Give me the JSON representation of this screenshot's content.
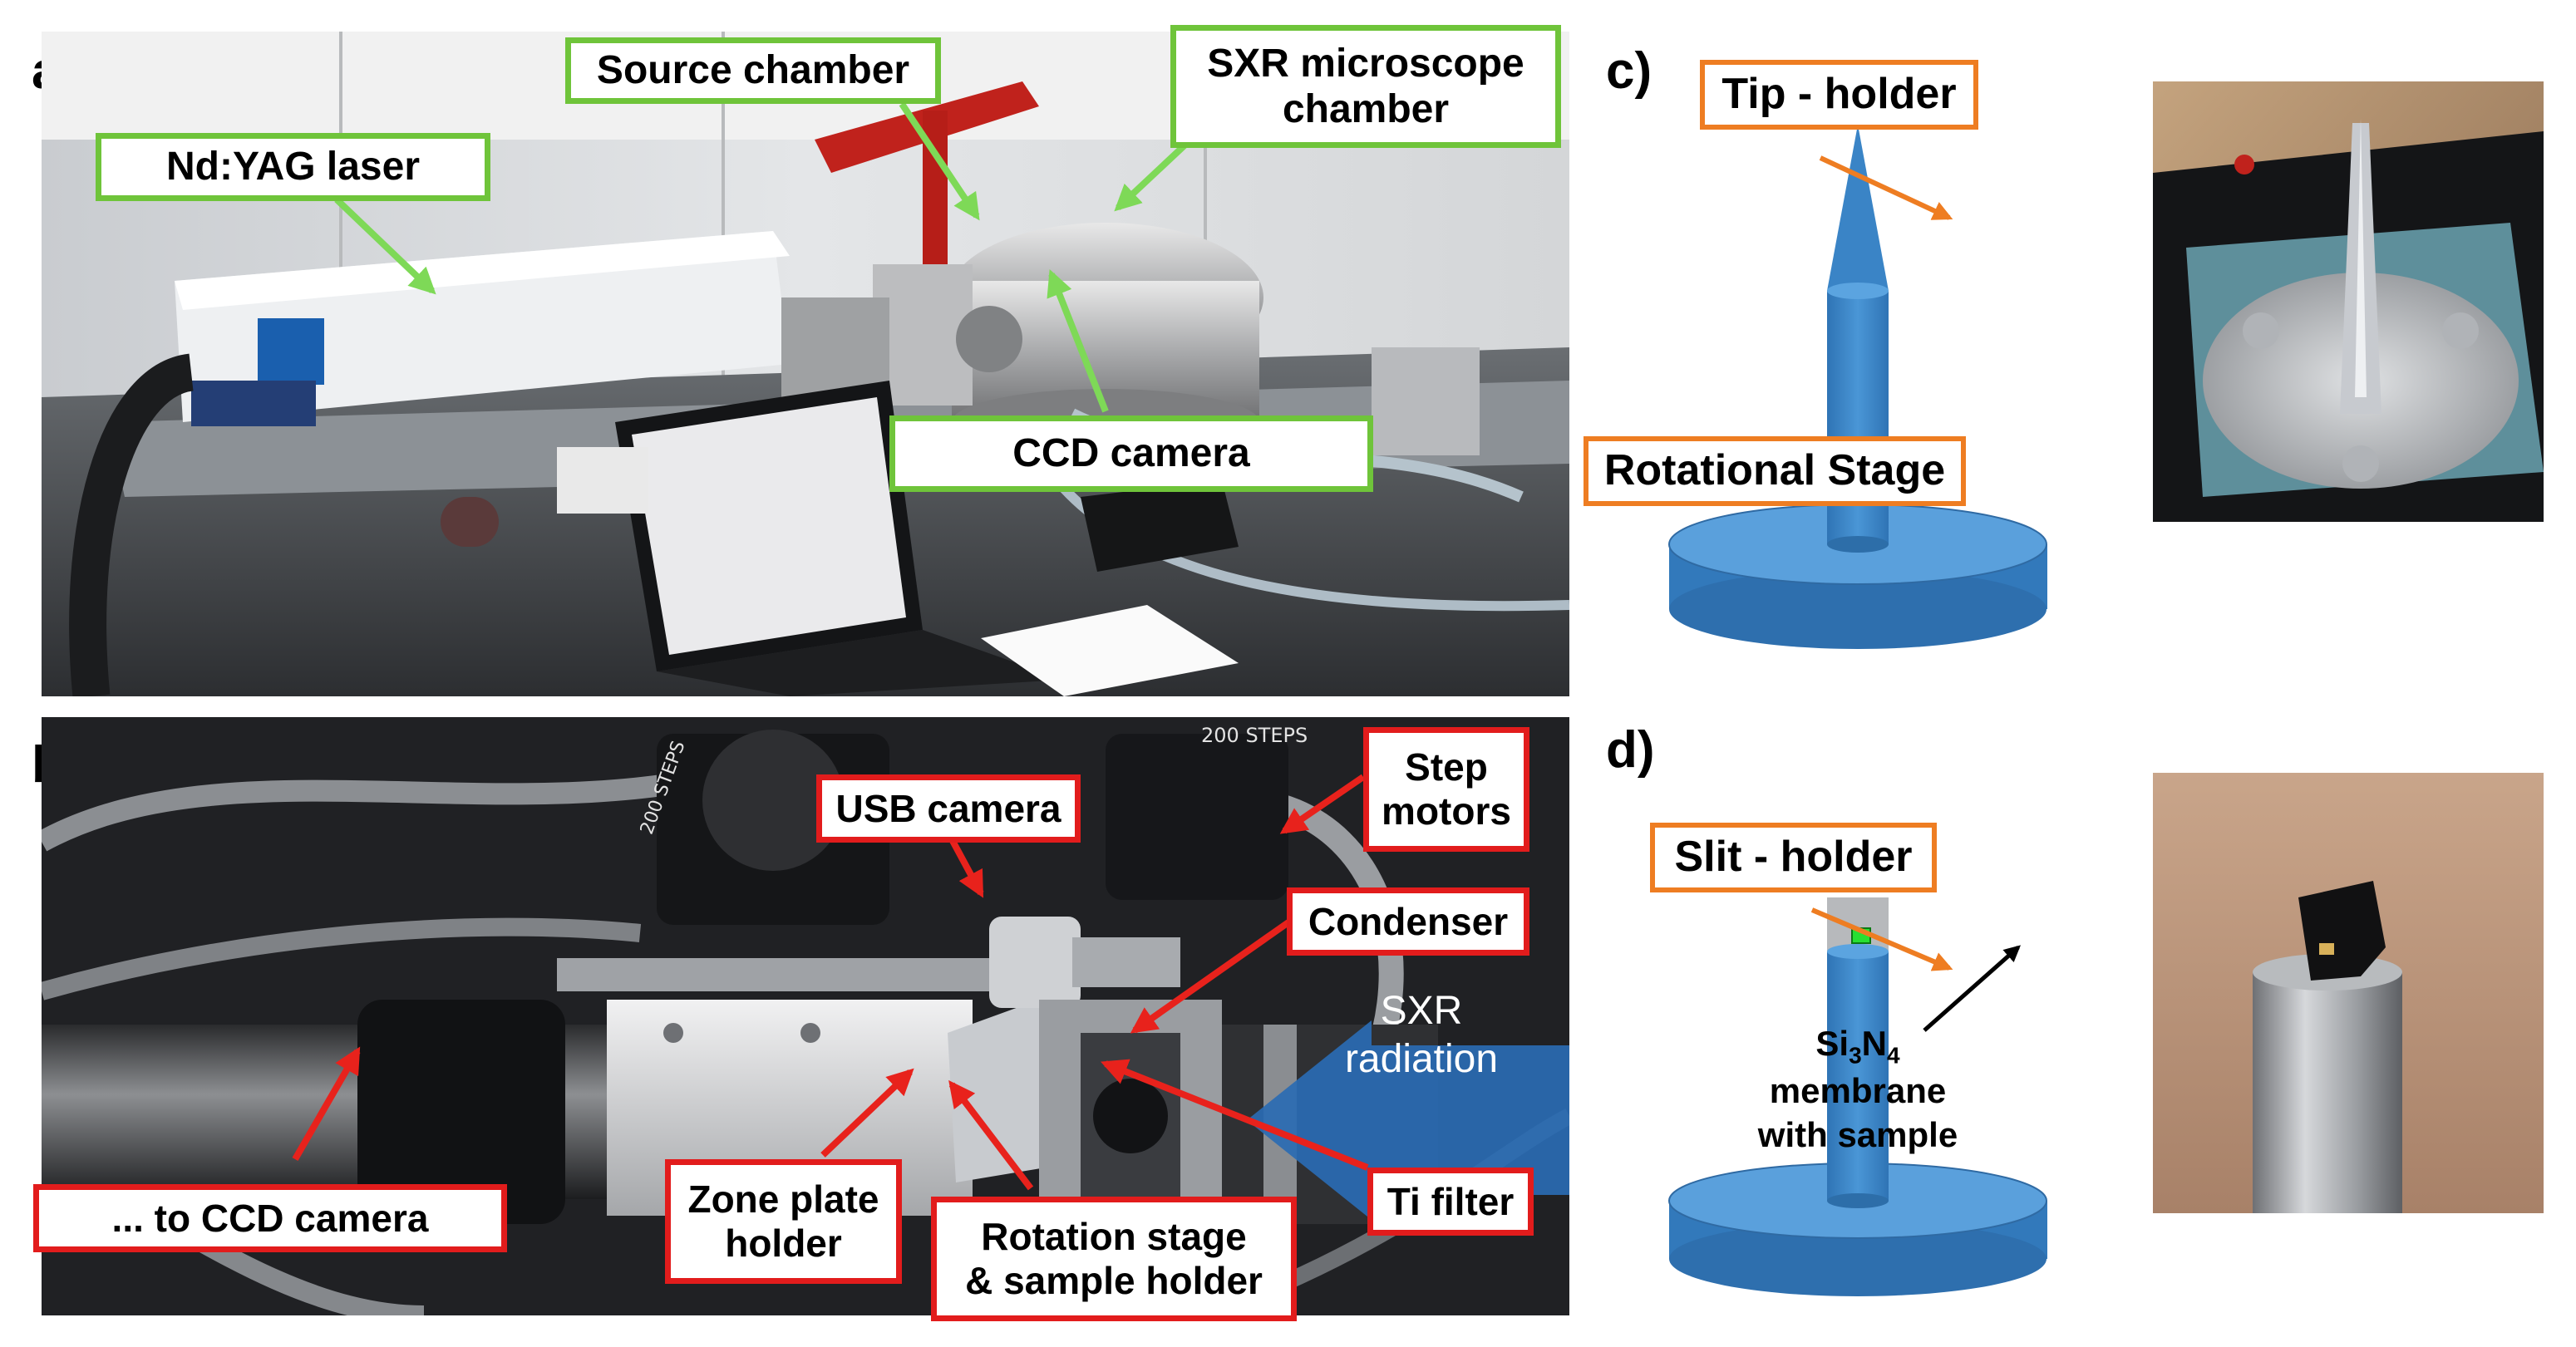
{
  "panels": {
    "a": "a)",
    "b": "b)",
    "c": "c)",
    "d": "d)"
  },
  "labels_a": {
    "source_chamber": "Source chamber",
    "sxr_microscope_chamber": "SXR microscope\nchamber",
    "nd_yag_laser": "Nd:YAG laser",
    "ccd_camera": "CCD camera"
  },
  "labels_b": {
    "usb_camera": "USB camera",
    "step_motors": "Step\nmotors",
    "condenser": "Condenser",
    "sxr_radiation": "SXR\nradiation",
    "to_ccd_camera": "... to CCD camera",
    "zone_plate_holder": "Zone plate\nholder",
    "rotation_stage": "Rotation stage\n& sample holder",
    "ti_filter": "Ti filter",
    "step_label_1": "200 STEPS",
    "step_label_2": "200 STEPS"
  },
  "labels_c": {
    "tip_holder": "Tip - holder",
    "rotational_stage": "Rotational Stage"
  },
  "labels_d": {
    "slit_holder": "Slit - holder",
    "membrane_prefix": "Si",
    "membrane_sub1": "3",
    "membrane_mid": "N",
    "membrane_sub2": "4",
    "membrane_line2": "membrane",
    "membrane_line3": "with sample"
  },
  "colors": {
    "green_frame": "#6fc43a",
    "red_frame": "#e21c1c",
    "orange_frame": "#ee7d22",
    "stage_blue": "#3d88c8",
    "arrow_green": "#7ed957",
    "arrow_red": "#e8221c",
    "arrow_orange": "#ee7d22"
  }
}
